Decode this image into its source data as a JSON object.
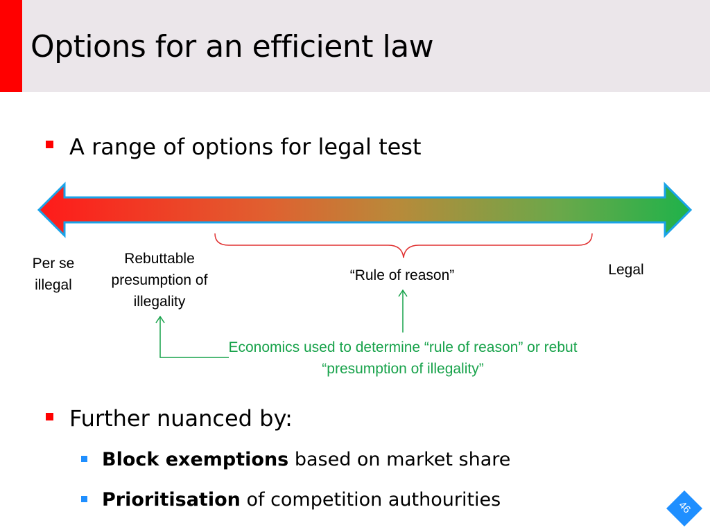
{
  "slide": {
    "title": "Options for an efficient law",
    "page_number": "46"
  },
  "bullets": {
    "range": "A range of options for legal test",
    "nuanced": "Further nuanced by:",
    "block_bold": "Block exemptions",
    "block_rest": " based on market share",
    "prior_bold": "Prioritisation",
    "prior_rest": " of competition authourities"
  },
  "diagram": {
    "per_se": "Per se illegal",
    "rebuttable": "Rebuttable presumption of illegality",
    "rule": "“Rule of reason”",
    "legal": "Legal",
    "economics": "Economics used to determine “rule of reason” or rebut “presumption of illegality”"
  },
  "colors": {
    "accent": "#ff0000",
    "title_band": "#ebe6ea",
    "spectrum_left": "#ff1a1a",
    "spectrum_right": "#1fb24a",
    "arrow_outline": "#1aa3e8",
    "brace": "#e03030",
    "economics_text": "#17a24a",
    "sub_bullet": "#1f8fff"
  }
}
